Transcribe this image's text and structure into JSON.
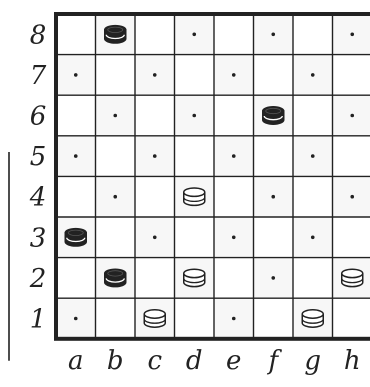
{
  "board": {
    "files": [
      "a",
      "b",
      "c",
      "d",
      "e",
      "f",
      "g",
      "h"
    ],
    "ranks": [
      "8",
      "7",
      "6",
      "5",
      "4",
      "3",
      "2",
      "1"
    ],
    "dark_square_marker": "dot",
    "colors": {
      "ink": "#222222",
      "light_square": "#ffffff",
      "dark_square": "#f7f7f7"
    }
  },
  "pieces": [
    {
      "square": "b8",
      "color": "black",
      "type": "checker"
    },
    {
      "square": "f6",
      "color": "black",
      "type": "checker"
    },
    {
      "square": "a3",
      "color": "black",
      "type": "checker"
    },
    {
      "square": "b2",
      "color": "black",
      "type": "checker"
    },
    {
      "square": "d4",
      "color": "white",
      "type": "checker"
    },
    {
      "square": "d2",
      "color": "white",
      "type": "checker"
    },
    {
      "square": "h2",
      "color": "white",
      "type": "checker"
    },
    {
      "square": "c1",
      "color": "white",
      "type": "checker"
    },
    {
      "square": "g1",
      "color": "white",
      "type": "checker"
    }
  ]
}
